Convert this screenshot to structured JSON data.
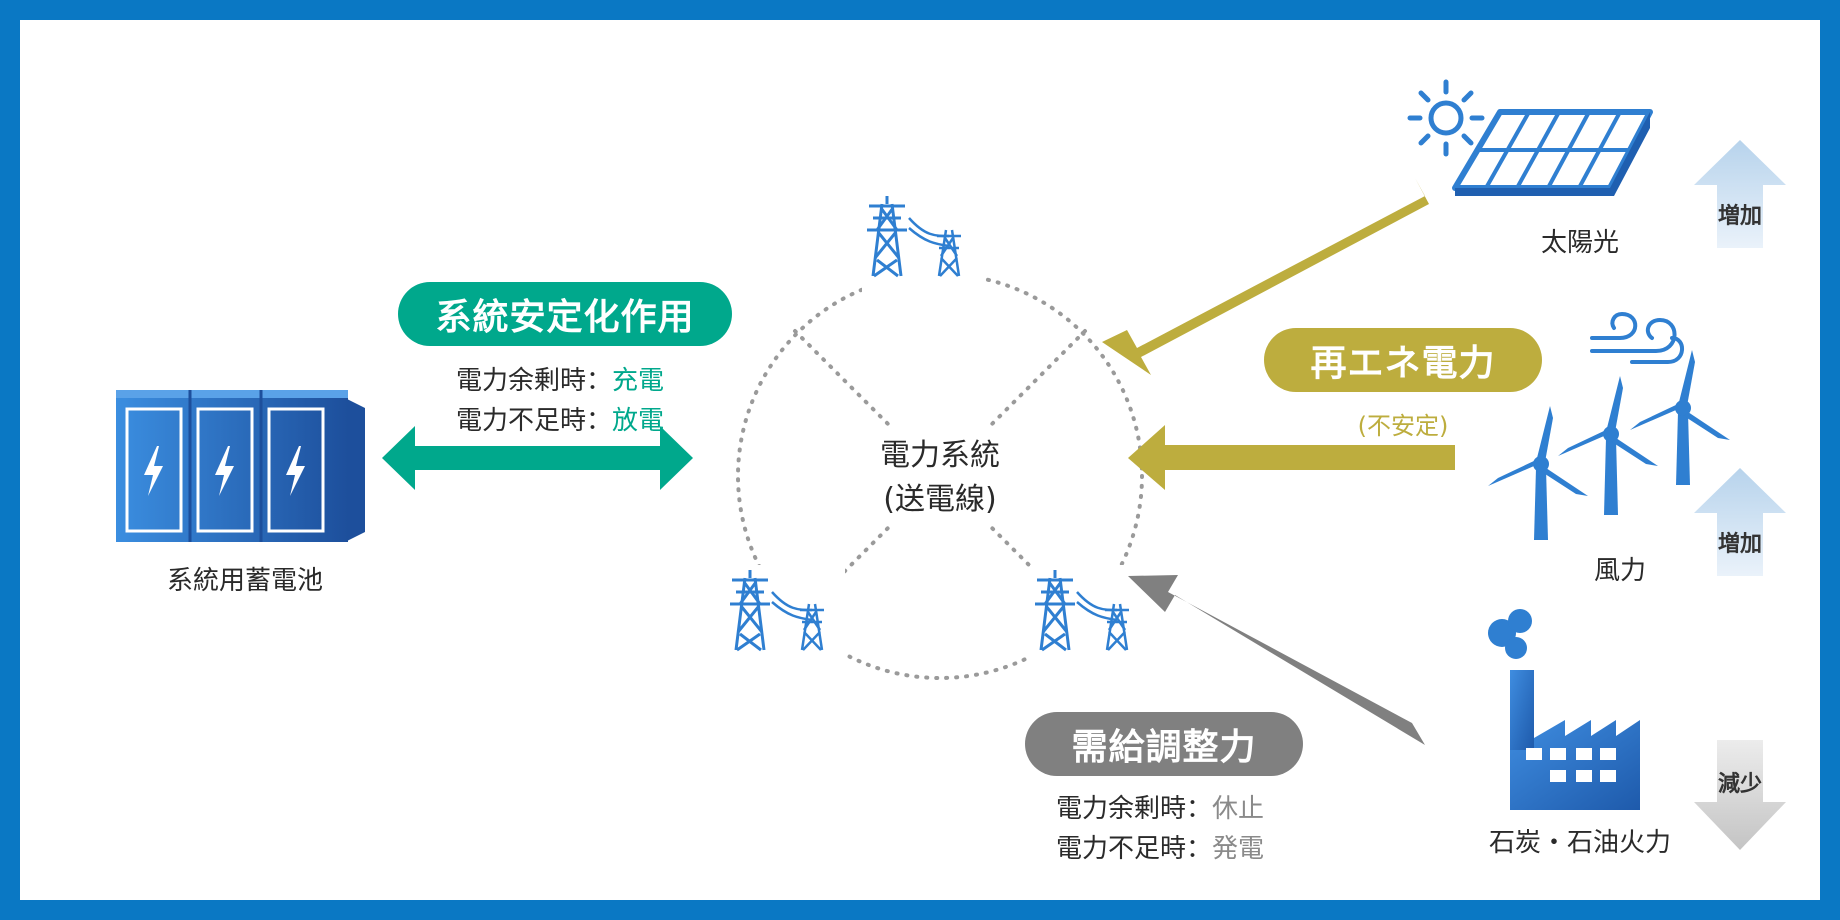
{
  "center": {
    "line1": "電力系統",
    "line2": "(送電線)"
  },
  "battery": {
    "label": "系統用蓄電池",
    "pill": "系統安定化作用",
    "surplus_label": "電力余剰時：",
    "surplus_value": "充電",
    "shortage_label": "電力不足時：",
    "shortage_value": "放電"
  },
  "renewable": {
    "pill": "再エネ電力",
    "note": "(不安定)"
  },
  "balancing": {
    "pill": "需給調整力",
    "surplus_label": "電力余剰時：",
    "surplus_value": "休止",
    "shortage_label": "電力不足時：",
    "shortage_value": "発電"
  },
  "sources": [
    {
      "label": "太陽光",
      "trend": "増加",
      "icon": "solar-panel-icon"
    },
    {
      "label": "風力",
      "trend": "増加",
      "icon": "wind-turbine-icon"
    },
    {
      "label": "石炭・石油火力",
      "trend": "減少",
      "icon": "factory-icon"
    }
  ],
  "colors": {
    "frame": "#0a78c4",
    "green": "#00a88c",
    "gold": "#bdad3e",
    "gray": "#808080",
    "icon_blue": "#2f7fd1"
  }
}
